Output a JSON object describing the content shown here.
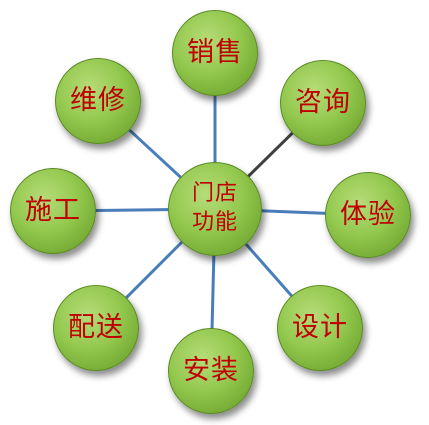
{
  "diagram": {
    "center": {
      "label": "门店\n功能"
    },
    "nodes": [
      {
        "id": "sales",
        "label": "销售"
      },
      {
        "id": "consult",
        "label": "咨询"
      },
      {
        "id": "experience",
        "label": "体验"
      },
      {
        "id": "design",
        "label": "设计"
      },
      {
        "id": "install",
        "label": "安装"
      },
      {
        "id": "delivery",
        "label": "配送"
      },
      {
        "id": "construction",
        "label": "施工"
      },
      {
        "id": "repair",
        "label": "维修"
      }
    ],
    "colors": {
      "node_fill": "#93c84e",
      "text": "#c00000",
      "connector": "#4a7ebb",
      "connector_alt": "#404040"
    }
  }
}
